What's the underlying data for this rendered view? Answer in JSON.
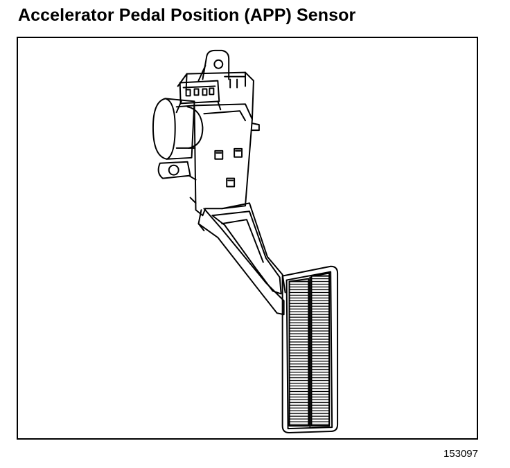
{
  "header": {
    "title": "Accelerator Pedal Position (APP) Sensor"
  },
  "illustration": {
    "subject": "accelerator pedal assembly with position sensor",
    "figure_number": "153097"
  },
  "colors": {
    "ink": "#000000",
    "paper": "#ffffff"
  }
}
